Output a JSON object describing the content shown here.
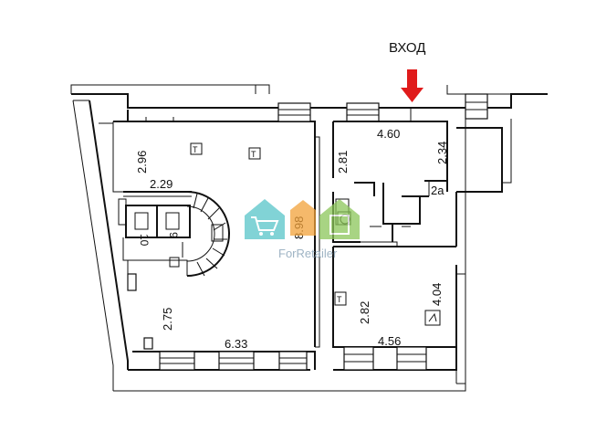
{
  "entrance_label": "ВХОД",
  "entrance_arrow_color": "#e01b1b",
  "watermark": {
    "text": "ForRetailer",
    "colors": {
      "teal": "#57c5c9",
      "blue": "#4a90c8",
      "green": "#8cc65a",
      "orange": "#f2a23a"
    }
  },
  "dimensions": {
    "left_top_height": "2.96",
    "left_width_upper": "2.29",
    "main_hall_depth": "8.98",
    "left_bottom_height": "2.75",
    "main_hall_width": "6.33",
    "right_top_width": "4.60",
    "right_top_left_height": "2.81",
    "right_top_right_height": "2.34",
    "right_bottom_left_height": "2.82",
    "right_bottom_right_height": "4.04",
    "right_bottom_width": "4.56"
  },
  "room_labels": {
    "room_10": "10",
    "room_9": "9",
    "room_2a": "2a"
  },
  "symbols": {
    "t_mark": "T"
  }
}
